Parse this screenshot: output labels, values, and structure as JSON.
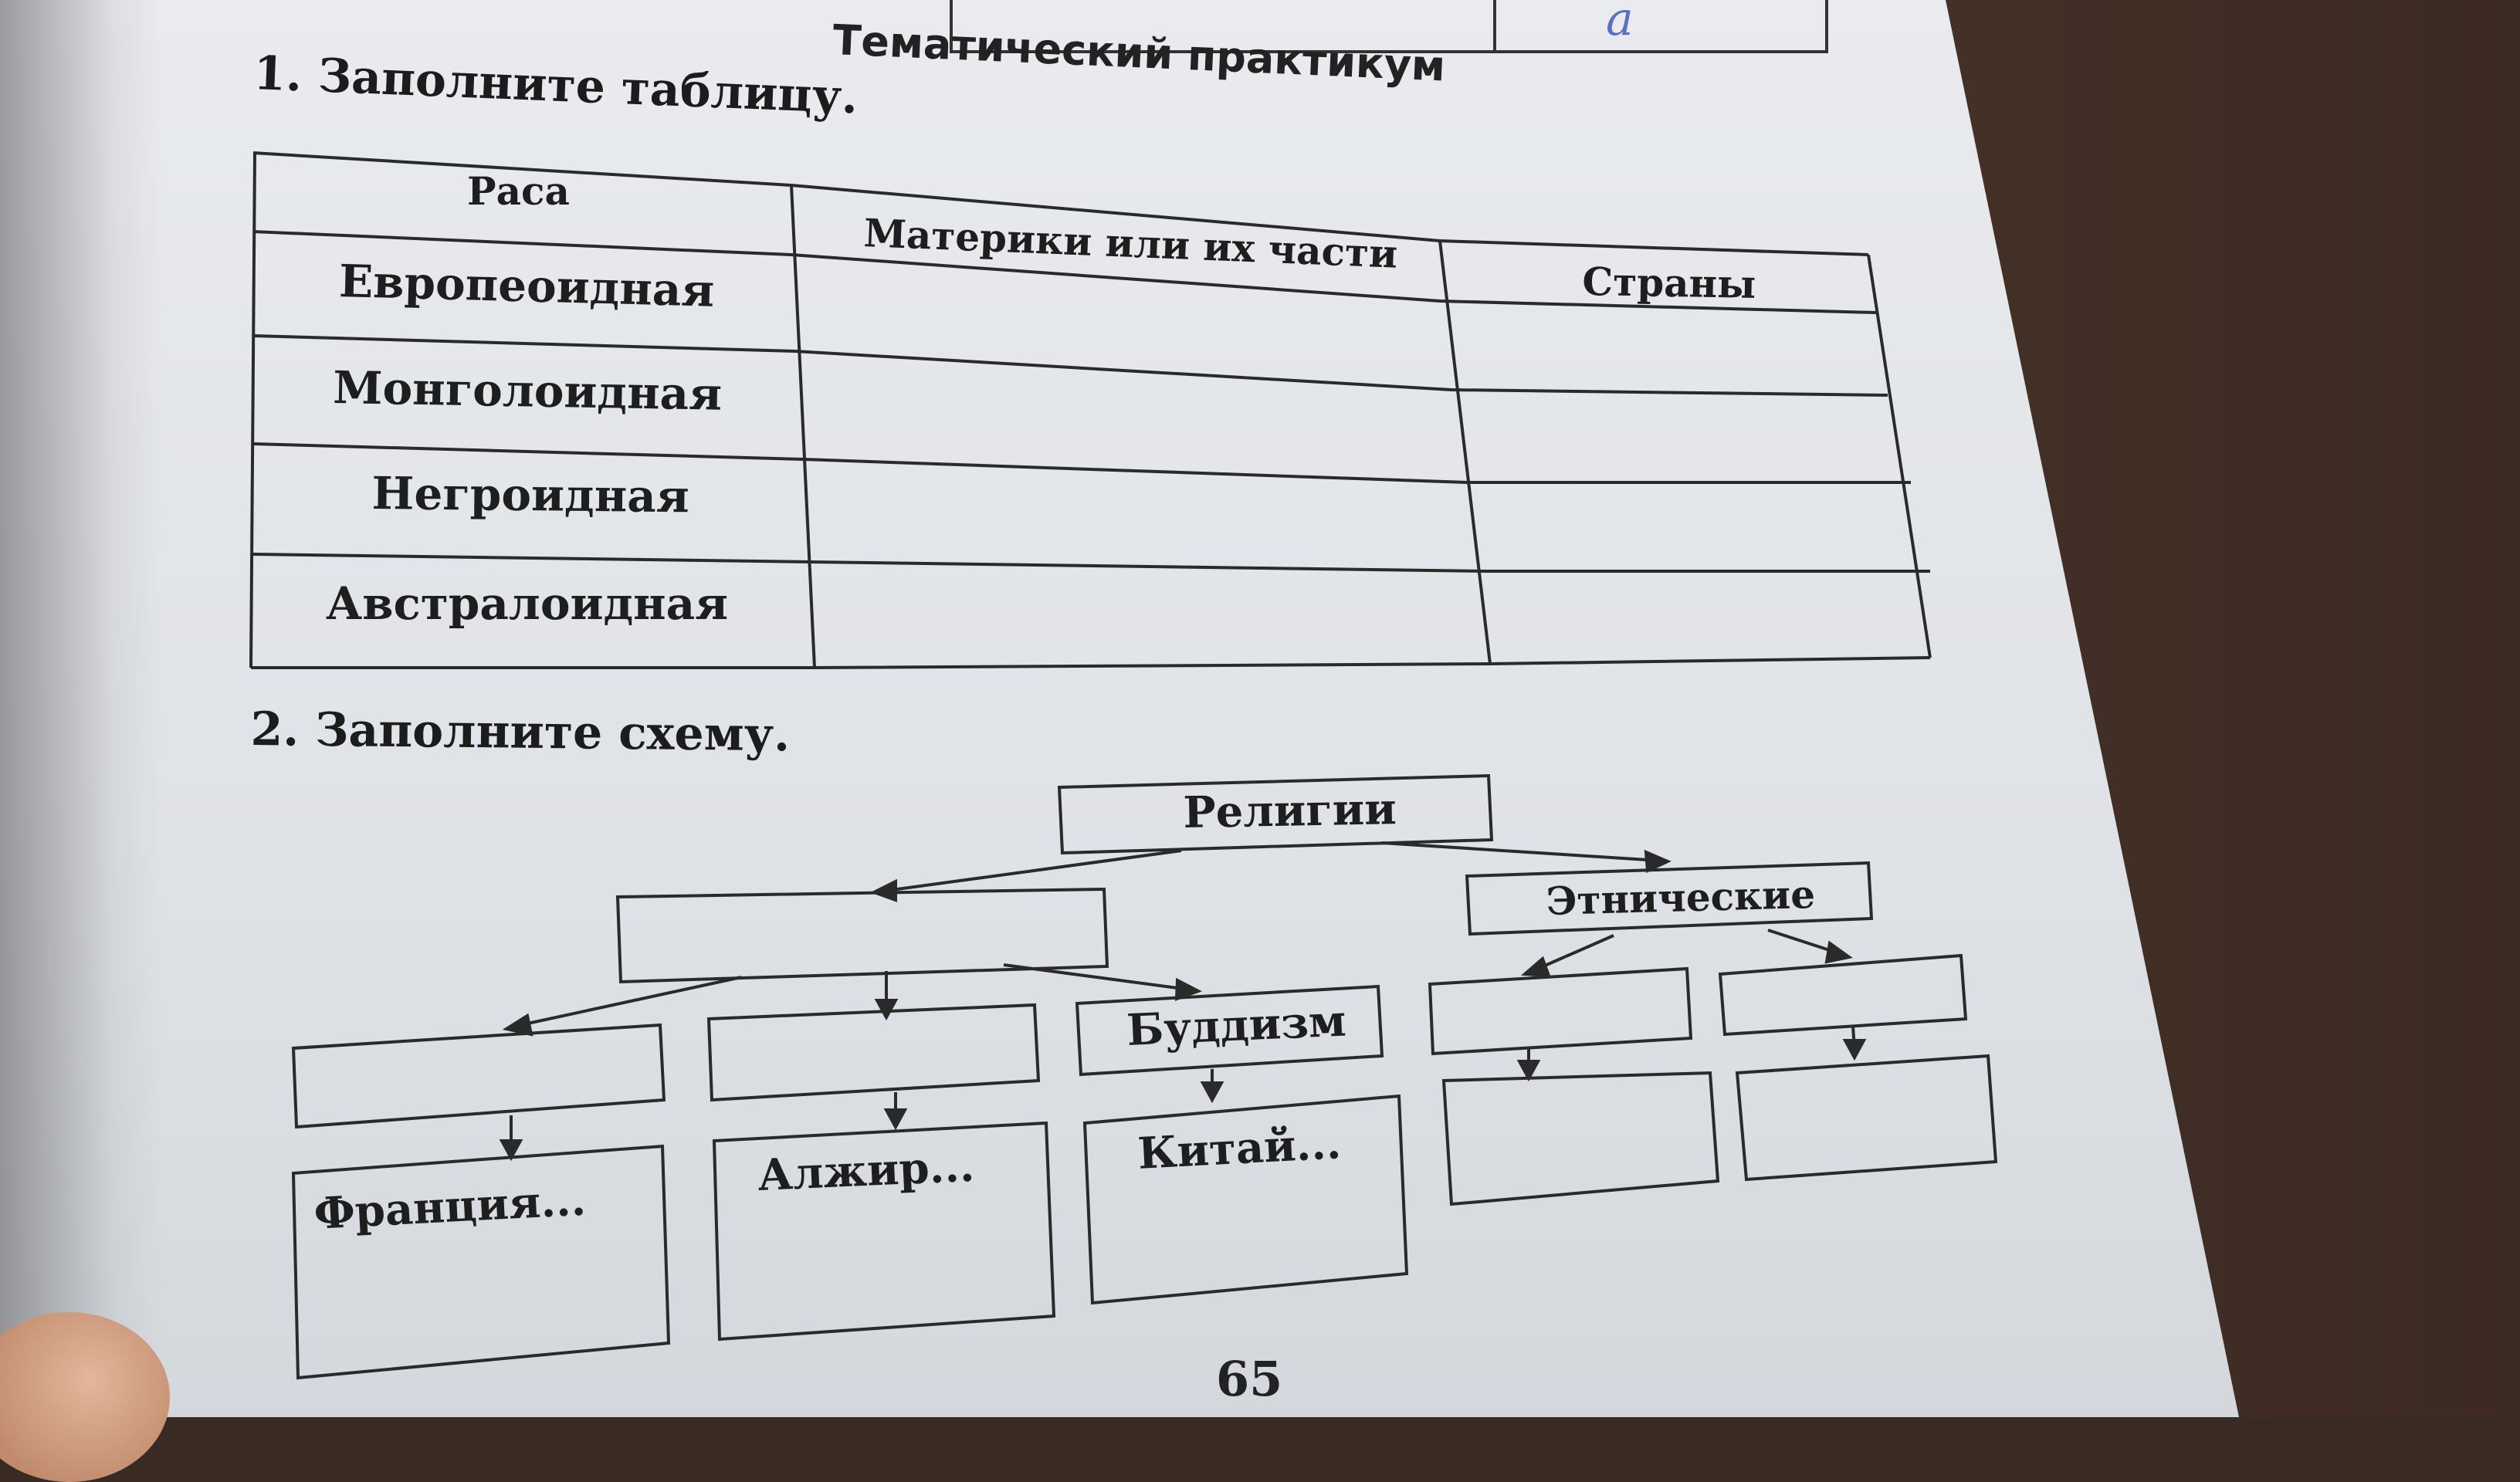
{
  "page_header": "Тематический практикум",
  "task1": {
    "heading": "1. Заполните таблицу.",
    "columns": [
      "Раса",
      "Материки или их части",
      "Страны"
    ],
    "rows": [
      "Европеоидная",
      "Монголоидная",
      "Негроидная",
      "Австралоидная"
    ]
  },
  "task2": {
    "heading": "2. Заполните схему.",
    "root": "Религии",
    "ethnic": "Этнические",
    "buddhism": "Буддизм",
    "france": "Франция...",
    "algeria": "Алжир...",
    "china": "Китай..."
  },
  "handwritten_mark": "а",
  "page_number": "65"
}
